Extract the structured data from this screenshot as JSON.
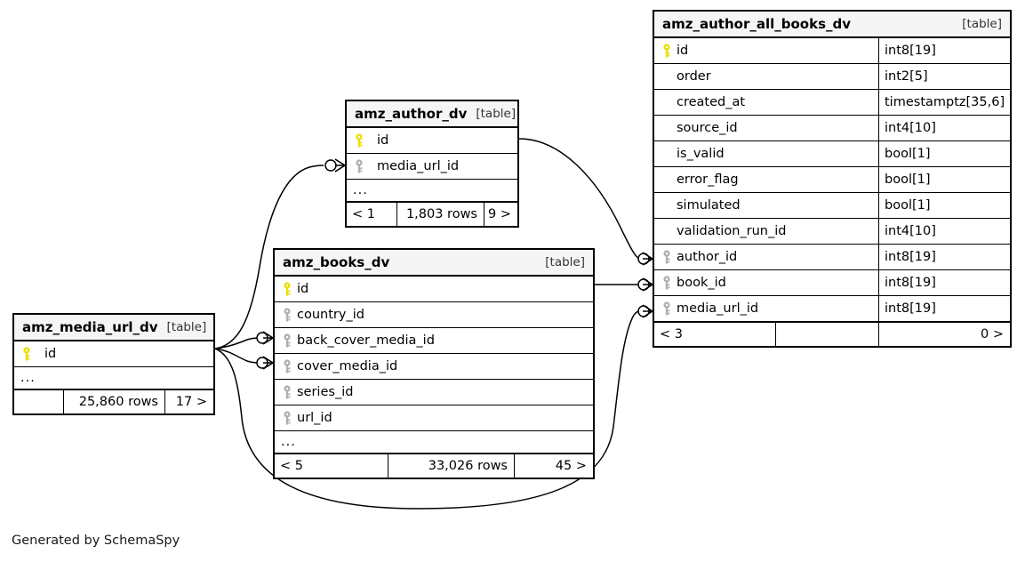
{
  "diagram": {
    "credit": "Generated by SchemaSpy",
    "kind_label": "[table]",
    "ellipsis": "...",
    "colors": {
      "pk_key": "#e8e000",
      "fk_key": "#b0b0b0",
      "header_bg": "#f5f5f5",
      "border": "#000000"
    }
  },
  "tables": {
    "author_all_books": {
      "name": "amz_author_all_books_dv",
      "kind": "[table]",
      "columns": [
        {
          "name": "id",
          "type": "int8[19]",
          "key": "pk"
        },
        {
          "name": "order",
          "type": "int2[5]",
          "key": "none"
        },
        {
          "name": "created_at",
          "type": "timestamptz[35,6]",
          "key": "none"
        },
        {
          "name": "source_id",
          "type": "int4[10]",
          "key": "none"
        },
        {
          "name": "is_valid",
          "type": "bool[1]",
          "key": "none"
        },
        {
          "name": "error_flag",
          "type": "bool[1]",
          "key": "none"
        },
        {
          "name": "simulated",
          "type": "bool[1]",
          "key": "none"
        },
        {
          "name": "validation_run_id",
          "type": "int4[10]",
          "key": "none"
        },
        {
          "name": "author_id",
          "type": "int8[19]",
          "key": "fk"
        },
        {
          "name": "book_id",
          "type": "int8[19]",
          "key": "fk"
        },
        {
          "name": "media_url_id",
          "type": "int8[19]",
          "key": "fk"
        }
      ],
      "footer": {
        "left": "< 3",
        "middle": "",
        "right": "0 >"
      }
    },
    "author": {
      "name": "amz_author_dv",
      "kind": "[table]",
      "columns": [
        {
          "name": "id",
          "key": "pk"
        },
        {
          "name": "media_url_id",
          "key": "fk"
        }
      ],
      "ellipsis": "...",
      "footer": {
        "left": "< 1",
        "middle": "1,803 rows",
        "right": "9 >"
      }
    },
    "books": {
      "name": "amz_books_dv",
      "kind": "[table]",
      "columns": [
        {
          "name": "id",
          "key": "pk"
        },
        {
          "name": "country_id",
          "key": "fk"
        },
        {
          "name": "back_cover_media_id",
          "key": "fk"
        },
        {
          "name": "cover_media_id",
          "key": "fk"
        },
        {
          "name": "series_id",
          "key": "fk"
        },
        {
          "name": "url_id",
          "key": "fk"
        }
      ],
      "ellipsis": "...",
      "footer": {
        "left": "< 5",
        "middle": "33,026 rows",
        "right": "45 >"
      }
    },
    "media_url": {
      "name": "amz_media_url_dv",
      "kind": "[table]",
      "columns": [
        {
          "name": "id",
          "key": "pk"
        }
      ],
      "ellipsis": "...",
      "footer": {
        "left": "",
        "middle": "25,860 rows",
        "right": "17 >"
      }
    }
  },
  "relationships": [
    {
      "from": "amz_author_dv.id",
      "to": "amz_author_all_books_dv.author_id"
    },
    {
      "from": "amz_books_dv.id",
      "to": "amz_author_all_books_dv.book_id"
    },
    {
      "from": "amz_media_url_dv.id",
      "to": "amz_author_all_books_dv.media_url_id"
    },
    {
      "from": "amz_media_url_dv.id",
      "to": "amz_author_dv.media_url_id"
    },
    {
      "from": "amz_media_url_dv.id",
      "to": "amz_books_dv.back_cover_media_id"
    },
    {
      "from": "amz_media_url_dv.id",
      "to": "amz_books_dv.cover_media_id"
    }
  ]
}
